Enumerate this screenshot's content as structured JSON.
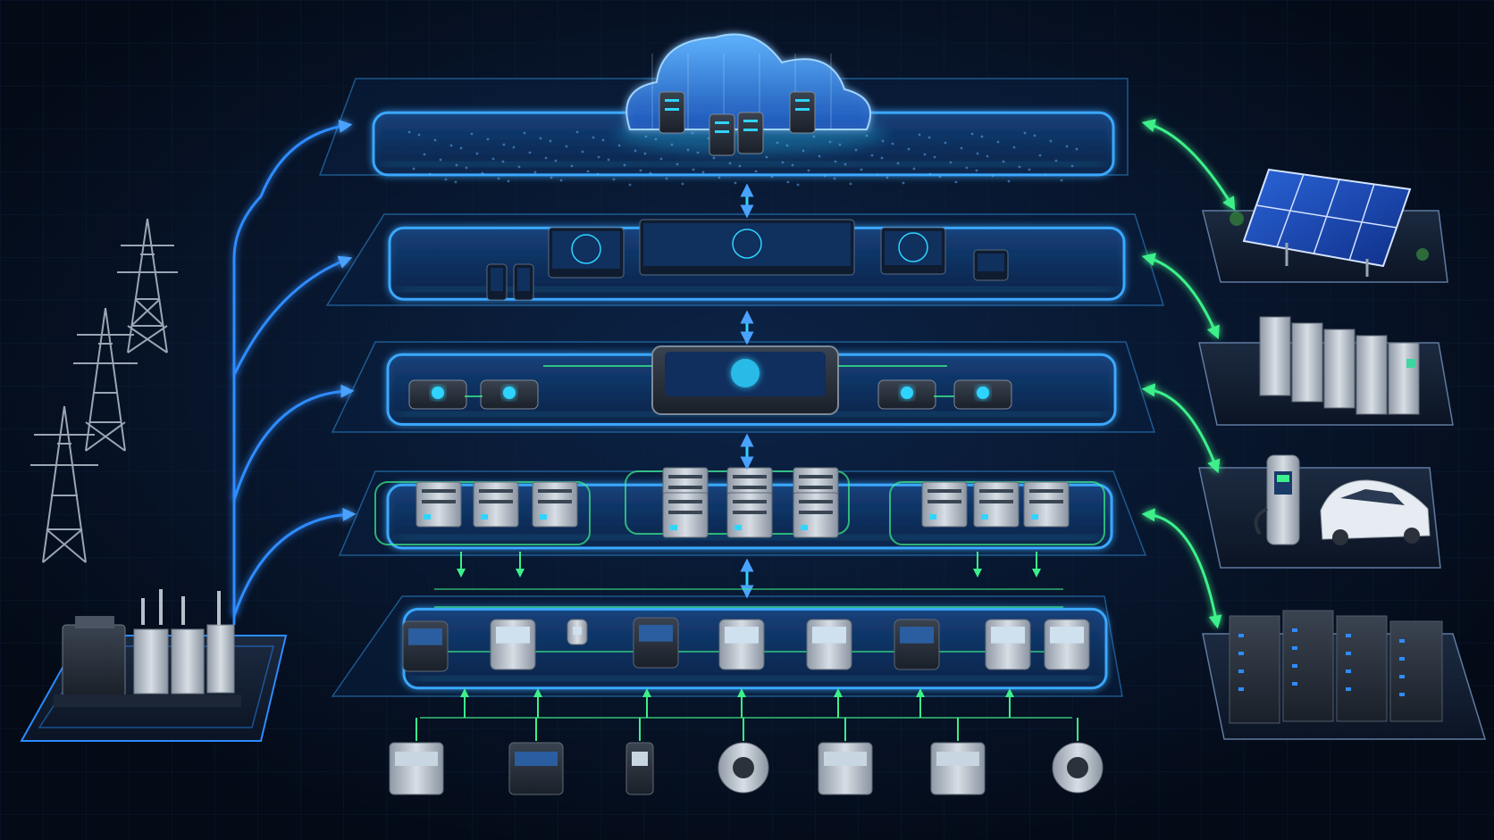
{
  "colors": {
    "background": "#050d1c",
    "layer_edge": "#3aa8ff",
    "layer_fill": "#0d2a55",
    "link_blue": "#2f8cff",
    "link_green": "#3cf08a",
    "device_body": "#b9c2cc",
    "device_dark": "#2b323c",
    "accent_cyan": "#2fd4ff"
  },
  "diagram": {
    "layers": [
      {
        "id": "cloud",
        "icon": "cloud-datacenter-icon"
      },
      {
        "id": "control-center",
        "icon": "monitoring-screens-icon"
      },
      {
        "id": "edge-hub",
        "icon": "edge-gateway-icon"
      },
      {
        "id": "switchgear",
        "icon": "switchgear-cabinet-icon"
      },
      {
        "id": "field-devices",
        "icon": "meter-device-icon"
      }
    ],
    "left_assets": [
      "transmission-tower-icon",
      "substation-transformer-icon"
    ],
    "right_assets": [
      "solar-panel-icon",
      "battery-storage-icon",
      "ev-charger-icon",
      "server-rack-icon"
    ],
    "sensor_row_icons": [
      "io-module-icon",
      "display-meter-icon",
      "sensor-icon",
      "camera-icon",
      "energy-meter-icon",
      "relay-icon",
      "dome-sensor-icon"
    ]
  }
}
